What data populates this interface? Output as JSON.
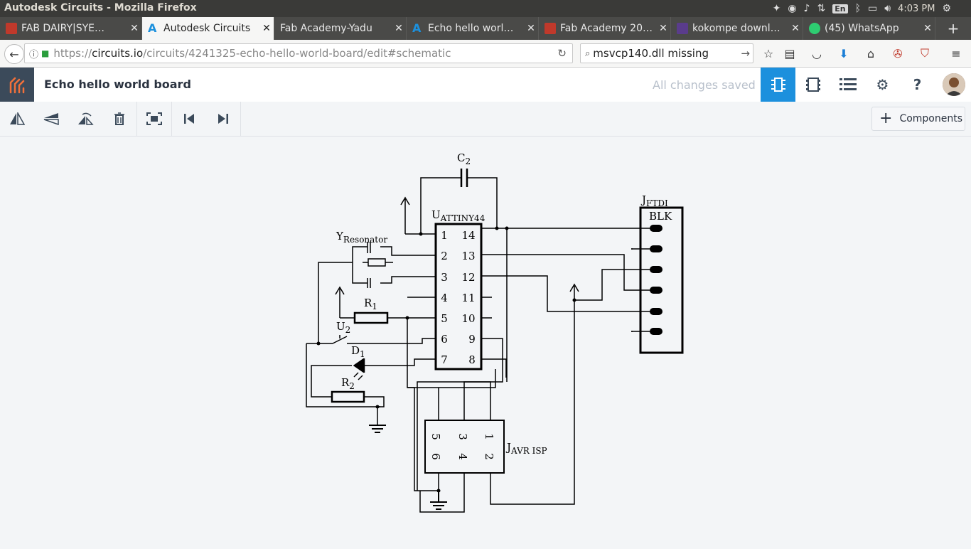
{
  "window": {
    "title": "Autodesk Circuits - Mozilla Firefox"
  },
  "system_tray": {
    "lang": "En",
    "time": "4:03 PM"
  },
  "tabs": [
    {
      "label": "FAB DAIRY|SYE…",
      "color": "#c0392b"
    },
    {
      "label": "Autodesk Circuits",
      "color": "#1c90dd"
    },
    {
      "label": "Fab Academy-Yadu",
      "color": ""
    },
    {
      "label": "Echo hello worl…",
      "color": "#1c90dd"
    },
    {
      "label": "Fab Academy 20…",
      "color": "#c0392b"
    },
    {
      "label": "kokompe downl…",
      "color": "#5a3c8c"
    },
    {
      "label": "(45) WhatsApp",
      "color": "#2ecc71"
    }
  ],
  "address_bar": {
    "url_prefix": "https://",
    "url_host": "circuits.io",
    "url_path": "/circuits/4241325-echo-hello-world-board/edit#schematic",
    "search_value": "msvcp140.dll missing"
  },
  "app": {
    "title": "Echo hello world board",
    "save_status": "All changes saved",
    "components_label": "Components"
  },
  "schematic": {
    "ic": {
      "name_main": "U",
      "name_sub": "ATTINY44",
      "pins_left": [
        "1",
        "2",
        "3",
        "4",
        "5",
        "6",
        "7"
      ],
      "pins_right": [
        "14",
        "13",
        "12",
        "11",
        "10",
        "9",
        "8"
      ]
    },
    "ftdi": {
      "name_main": "J",
      "name_sub": "FTDI",
      "label": "BLK"
    },
    "isp": {
      "name_main": "J",
      "name_sub": "AVR ISP",
      "pins": [
        "5",
        "3",
        "1",
        "6",
        "4",
        "2"
      ]
    },
    "c2": {
      "main": "C",
      "sub": "2"
    },
    "r1": {
      "main": "R",
      "sub": "1"
    },
    "r2": {
      "main": "R",
      "sub": "2"
    },
    "u2": {
      "main": "U",
      "sub": "2"
    },
    "d1": {
      "main": "D",
      "sub": "1"
    },
    "resonator": {
      "main": "Y",
      "sub": "Resonator"
    }
  }
}
